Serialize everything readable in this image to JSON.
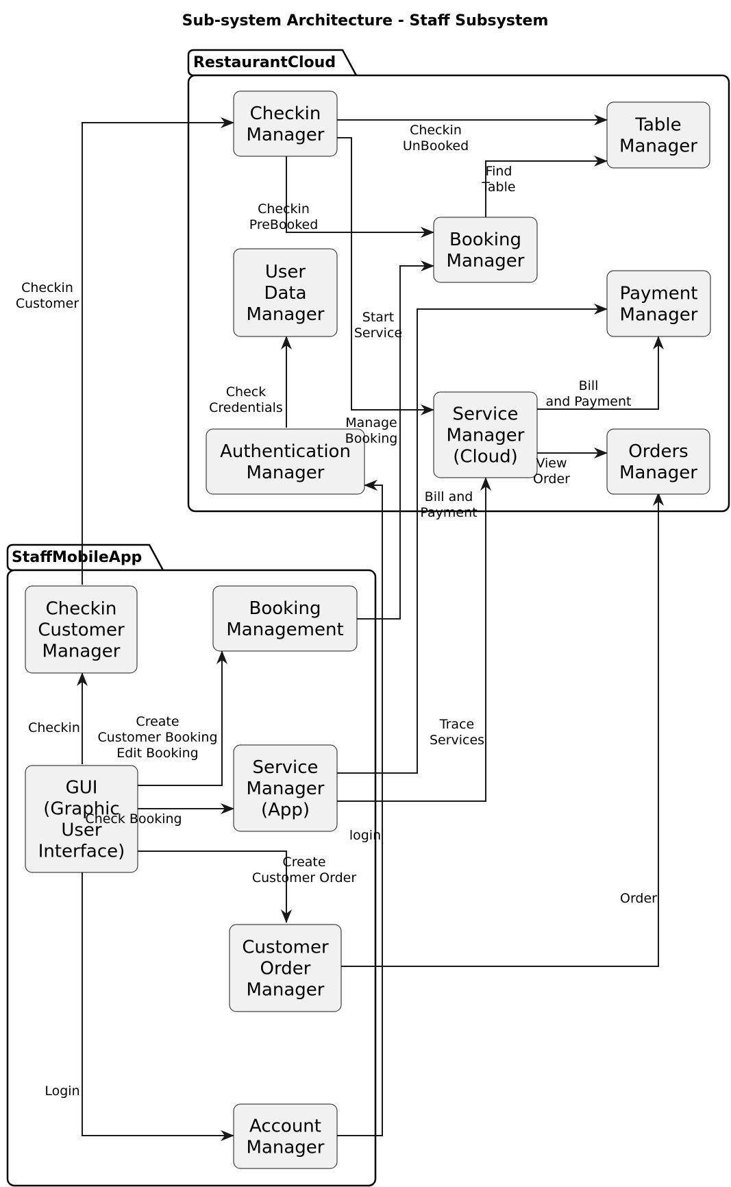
{
  "diagram": {
    "title": "Sub-system Architecture - Staff Subsystem",
    "packages": {
      "cloud": "RestaurantCloud",
      "app": "StaffMobileApp"
    },
    "nodes": {
      "checkin_manager": [
        "Checkin",
        "Manager"
      ],
      "table_manager": [
        "Table",
        "Manager"
      ],
      "booking_manager": [
        "Booking",
        "Manager"
      ],
      "user_data_manager": [
        "User",
        "Data",
        "Manager"
      ],
      "payment_manager": [
        "Payment",
        "Manager"
      ],
      "authentication_manager": [
        "Authentication",
        "Manager"
      ],
      "service_manager_cloud": [
        "Service",
        "Manager",
        "(Cloud)"
      ],
      "orders_manager": [
        "Orders",
        "Manager"
      ],
      "checkin_customer_manager": [
        "Checkin",
        "Customer",
        "Manager"
      ],
      "booking_management": [
        "Booking",
        "Management"
      ],
      "gui": [
        "GUI",
        "(Graphic",
        "User",
        "Interface)"
      ],
      "service_manager_app": [
        "Service",
        "Manager",
        "(App)"
      ],
      "customer_order_manager": [
        "Customer",
        "Order",
        "Manager"
      ],
      "account_manager": [
        "Account",
        "Manager"
      ]
    },
    "edges": {
      "checkin_unbooked": [
        "Checkin",
        "UnBooked"
      ],
      "find_table": [
        "Find",
        "Table"
      ],
      "checkin_prebooked": [
        "Checkin",
        "PreBooked"
      ],
      "checkin_customer": [
        "Checkin",
        "Customer"
      ],
      "start_service": [
        "Start",
        "Service"
      ],
      "check_credentials": [
        "Check",
        "Credentials"
      ],
      "manage_booking": [
        "Manage",
        "Booking"
      ],
      "bill_and_payment_cloud": [
        "Bill",
        "and Payment"
      ],
      "view_order": [
        "View",
        "Order"
      ],
      "bill_and_payment_app": [
        "Bill and",
        "Payment"
      ],
      "checkin": [
        "Checkin"
      ],
      "create_booking": [
        "Create",
        "Customer Booking",
        "Edit Booking"
      ],
      "trace_services": [
        "Trace",
        "Services"
      ],
      "check_booking": [
        "Check Booking"
      ],
      "login_lower": [
        "login"
      ],
      "create_order": [
        "Create",
        "Customer Order"
      ],
      "order": [
        "Order"
      ],
      "login_upper": [
        "Login"
      ]
    }
  }
}
